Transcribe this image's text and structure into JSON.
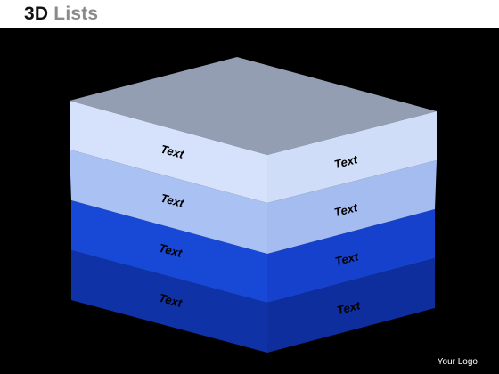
{
  "header": {
    "title_part1": "3D",
    "title_part2": "Lists",
    "title_color_part1": "#111111",
    "title_color_part2": "#8a8a8a"
  },
  "stack": {
    "layers": [
      {
        "left_label": "Text",
        "right_label": "Text",
        "front_color": "#d6e2fb",
        "side_color": "#d0ddf8",
        "label_color": "#000000"
      },
      {
        "left_label": "Text",
        "right_label": "Text",
        "front_color": "#a9c1f3",
        "side_color": "#a4bcf0",
        "label_color": "#000000"
      },
      {
        "left_label": "Text",
        "right_label": "Text",
        "front_color": "#1748d6",
        "side_color": "#1541cc",
        "label_color": "#000000"
      },
      {
        "left_label": "Text",
        "right_label": "Text",
        "front_color": "#0f33a6",
        "side_color": "#0d2e9c",
        "label_color": "#000000"
      }
    ],
    "top_color": "#949eb2"
  },
  "footer": {
    "logo_text": "Your Logo"
  }
}
